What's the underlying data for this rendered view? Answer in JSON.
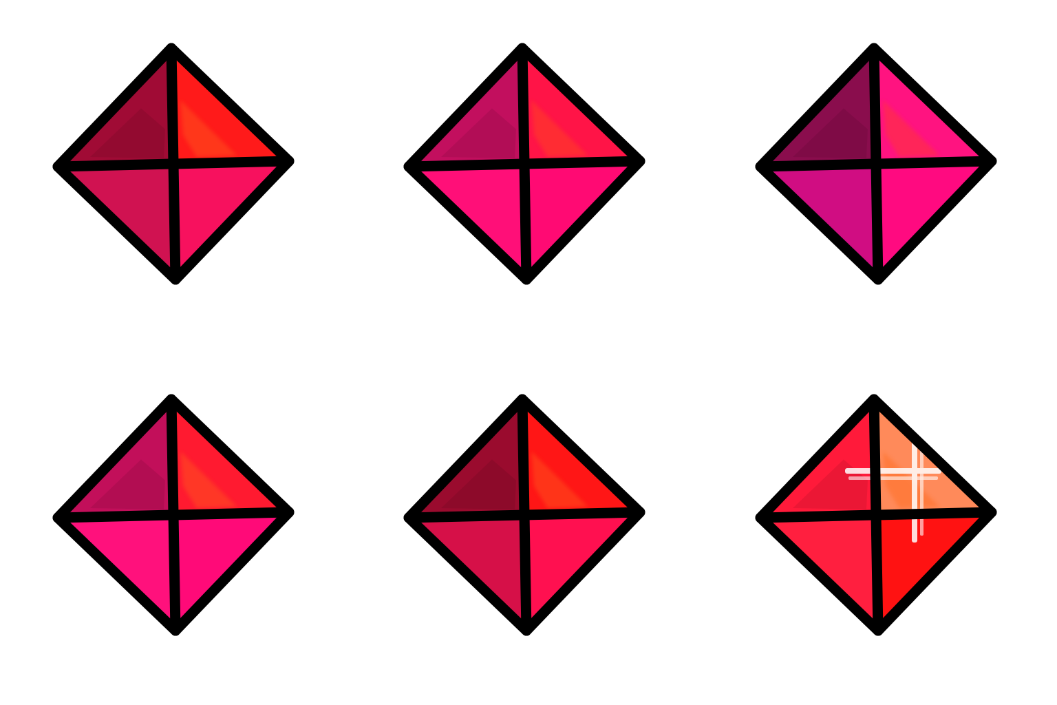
{
  "sheet": {
    "background": "#ffffff",
    "outline_color": "#000000"
  },
  "gems": [
    {
      "name": "gem-1",
      "colors": {
        "top_left": "#a00b35",
        "top_right": "#ff1a1a",
        "bottom_left": "#d01251",
        "bottom_right": "#f7115e"
      },
      "accent": "#ff5a1f",
      "sparkle": false
    },
    {
      "name": "gem-2",
      "colors": {
        "top_left": "#c20f5e",
        "top_right": "#ff1447",
        "bottom_left": "#ff0f78",
        "bottom_right": "#ff0a73"
      },
      "accent": "#ff4a1f",
      "sparkle": false
    },
    {
      "name": "gem-3",
      "colors": {
        "top_left": "#8a0d4d",
        "top_right": "#ff1380",
        "bottom_left": "#d00d82",
        "bottom_right": "#ff0a80"
      },
      "accent": "#ff3a2a",
      "sparkle": false
    },
    {
      "name": "gem-4",
      "colors": {
        "top_left": "#c20f5a",
        "top_right": "#ff1a30",
        "bottom_left": "#ff117c",
        "bottom_right": "#ff0a78"
      },
      "accent": "#ff5a1f",
      "sparkle": false
    },
    {
      "name": "gem-5",
      "colors": {
        "top_left": "#9a0b2e",
        "top_right": "#ff1616",
        "bottom_left": "#d61048",
        "bottom_right": "#ff1050"
      },
      "accent": "#ff5a1f",
      "sparkle": false
    },
    {
      "name": "gem-6",
      "colors": {
        "top_left": "#ff1a3a",
        "top_right": "#ff8a5a",
        "bottom_left": "#ff1f3f",
        "bottom_right": "#ff1212"
      },
      "accent": "#ff6a1f",
      "sparkle": true
    }
  ]
}
